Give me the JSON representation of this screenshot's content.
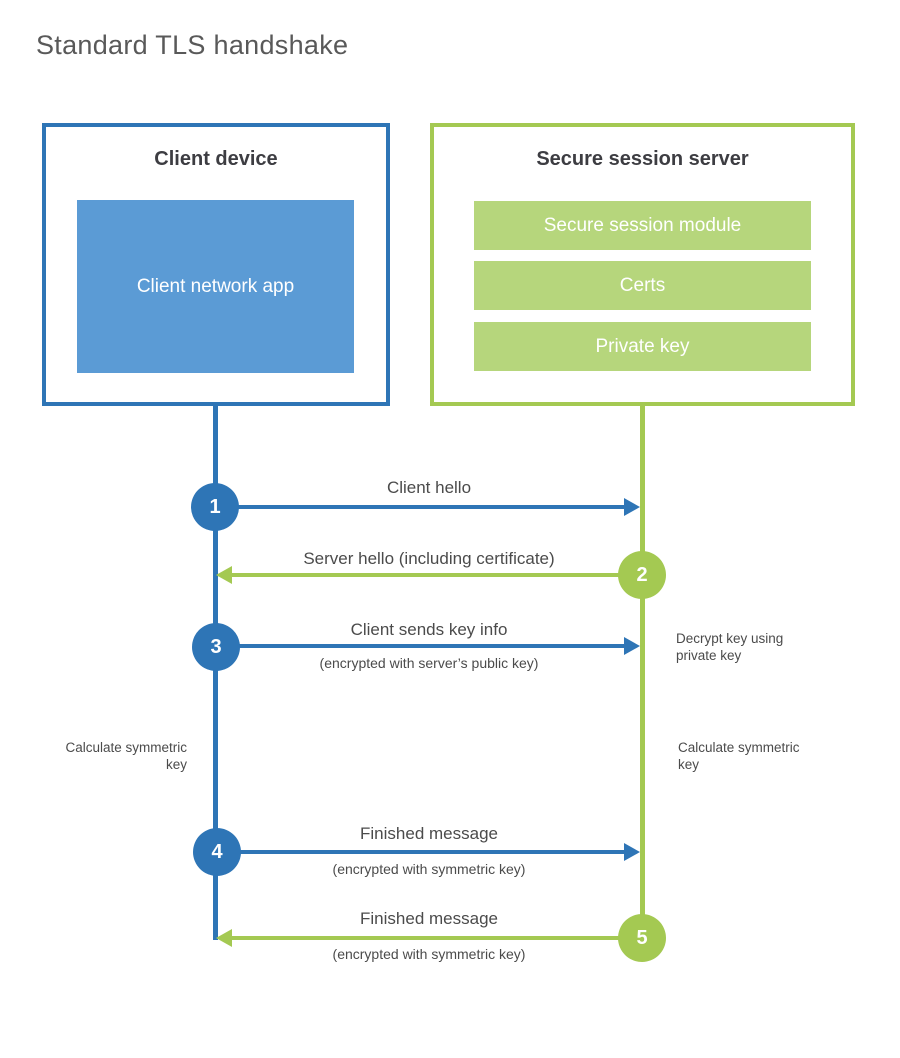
{
  "title": "Standard TLS handshake",
  "client": {
    "title": "Client device",
    "app": "Client network app"
  },
  "server": {
    "title": "Secure session server",
    "modules": [
      "Secure session module",
      "Certs",
      "Private key"
    ]
  },
  "steps": [
    {
      "number": "1",
      "actor": "client",
      "direction": "client-to-server",
      "label": "Client hello",
      "sublabel": ""
    },
    {
      "number": "2",
      "actor": "server",
      "direction": "server-to-client",
      "label": "Server hello (including certificate)",
      "sublabel": ""
    },
    {
      "number": "3",
      "actor": "client",
      "direction": "client-to-server",
      "label": "Client sends key info",
      "sublabel": "(encrypted with server’s public key)"
    },
    {
      "number": "4",
      "actor": "client",
      "direction": "client-to-server",
      "label": "Finished message",
      "sublabel": "(encrypted with symmetric key)"
    },
    {
      "number": "5",
      "actor": "server",
      "direction": "server-to-client",
      "label": "Finished message",
      "sublabel": "(encrypted with symmetric key)"
    }
  ],
  "annotations": {
    "decrypt_note": "Decrypt key using private key",
    "calc_left": "Calculate symmetric key",
    "calc_right": "Calculate symmetric key"
  },
  "colors": {
    "blue_dark": "#2e75b6",
    "blue_light": "#5b9bd5",
    "green_dark": "#a4c952",
    "green_light": "#b6d67c",
    "heading_text": "#3d3d42",
    "label_text": "#4b4b4b",
    "title_gray": "#595959"
  }
}
